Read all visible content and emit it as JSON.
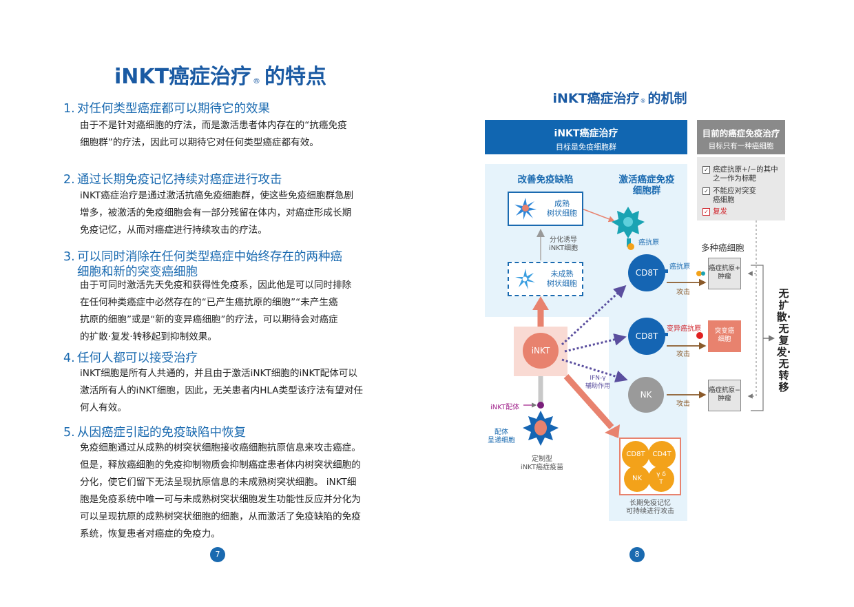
{
  "left_page": {
    "title_main": "iNKT癌症治疗",
    "title_reg": "®",
    "title_tail": "的特点",
    "sections": [
      {
        "num": "1.",
        "heading": "对任何类型癌症都可以期待它的效果",
        "lines": [
          "由于不是针对癌细胞的疗法，而是激活患者体内存在的“抗癌免疫",
          "细胞群”的疗法，因此可以期待它对任何类型癌症都有效。"
        ]
      },
      {
        "num": "2.",
        "heading": "通过长期免疫记忆持续对癌症进行攻击",
        "lines": [
          "iNKT癌症治疗是通过激活抗癌免疫细胞群，使这些免疫细胞群急剧",
          "增多，被激活的免疫细胞会有一部分残留在体内，对癌症形成长期",
          "免疫记忆，从而对癌症进行持续攻击的疗法。"
        ]
      },
      {
        "num": "3.",
        "heading": "可以同时消除在任何类型癌症中始终存在的两种癌",
        "heading2": "细胞和新的突变癌细胞",
        "lines": [
          "由于可同时激活先天免疫和获得性免疫系，因此他是可以同时排除",
          "在任何种类癌症中必然存在的“已产生癌抗原的细胞”“未产生癌",
          "抗原的细胞”或是“新的变异癌细胞”的疗法，可以期待会对癌症",
          "的扩散·复发·转移起到抑制效果。"
        ]
      },
      {
        "num": "4.",
        "heading": "任何人都可以接受治疗",
        "lines": [
          "iNKT细胞是所有人共通的，并且由于激活iNKT细胞的iNKT配体可以",
          "激活所有人的iNKT细胞，因此，无关患者内HLA类型该疗法有望对任",
          "何人有效。"
        ]
      },
      {
        "num": "5.",
        "heading": "从因癌症引起的免疫缺陷中恢复",
        "lines": [
          "免疫细胞通过从成熟的树突状细胞接收癌细胞抗原信息来攻击癌症。",
          "但是，释放癌细胞的免疫抑制物质会抑制癌症患者体内树突状细胞的",
          "分化，使它们留下无法呈现抗原信息的未成熟树突状细胞。 iNKT细",
          "胞是免疫系统中唯一可与未成熟树突状细胞发生功能性反应并分化为",
          "可以呈现抗原的成熟树突状细胞的细胞，从而激活了免疫缺陷的免疫",
          "系统，恢复患者对癌症的免疫力。"
        ]
      }
    ],
    "page_number": "7"
  },
  "right_page": {
    "title_main": "iNKT癌症治疗",
    "title_reg": "®",
    "title_tail": "的机制",
    "blue_box": {
      "line1": "iNKT癌症治疗",
      "line2": "目标是免疫细胞群"
    },
    "gray_box": {
      "line1": "目前的癌症免疫治疗",
      "line2": "目标只有一种癌细胞"
    },
    "checklist": [
      {
        "mark": "✓",
        "line1": "癌症抗原+/−的其中",
        "line2": "之一作为标靶"
      },
      {
        "mark": "✓",
        "line1": "不能应对突变",
        "line2": "癌细胞"
      },
      {
        "mark": "✓",
        "line1": "复发",
        "line2": ""
      }
    ],
    "col_left": "改善免疫缺陷",
    "col_right_1": "激活癌症免疫",
    "col_right_2": "细胞群",
    "mature_dc": {
      "line1": "成熟",
      "line2": "树状细胞"
    },
    "immature_dc": {
      "line1": "未成熟",
      "line2": "树状细胞"
    },
    "induce": {
      "line1": "分化诱导",
      "line2": "iNKT细胞"
    },
    "antigen_label": "癌抗原",
    "cd8t_1": "CD8T",
    "cd8t_2": "CD8T",
    "nk": "NK",
    "inkt": "iNKT",
    "antigen_side": "癌抗原",
    "mutant_antigen": "变异癌抗原",
    "attack": "攻击",
    "ifn_1": "IFN-γ",
    "ifn_2": "辅助作用",
    "ligand": "iNKT配体",
    "apc": {
      "line1": "配体",
      "line2": "呈递细胞"
    },
    "vaccine": {
      "line1": "定制型",
      "line2": "iNKT癌症疫苗"
    },
    "memory_cells": [
      "CD8T",
      "CD4T",
      "NK",
      "γ δ"
    ],
    "memory_t": "T",
    "memory": {
      "line1": "长期免疫记忆",
      "line2": "可持续进行攻击"
    },
    "multi_tumor": "多种癌细胞",
    "tumor_pos": {
      "line1": "癌症抗原+",
      "line2": "肿瘤"
    },
    "tumor_mut": {
      "line1": "突变癌",
      "line2": "细胞"
    },
    "tumor_neg": {
      "line1": "癌症抗原−",
      "line2": "肿瘤"
    },
    "outcome_vertical": "无扩散·无复发·无转移",
    "page_number": "8"
  },
  "colors": {
    "brand_blue": "#1166b1",
    "heading_blue": "#1a6ab0",
    "cd8t_blue": "#1565b3",
    "salmon": "#e8826e",
    "nk_gray": "#9a9a9a",
    "dashed_purple": "#5a4e9e",
    "orange_memory": "#f3a21a",
    "attack_brown": "#8a5a2a"
  }
}
